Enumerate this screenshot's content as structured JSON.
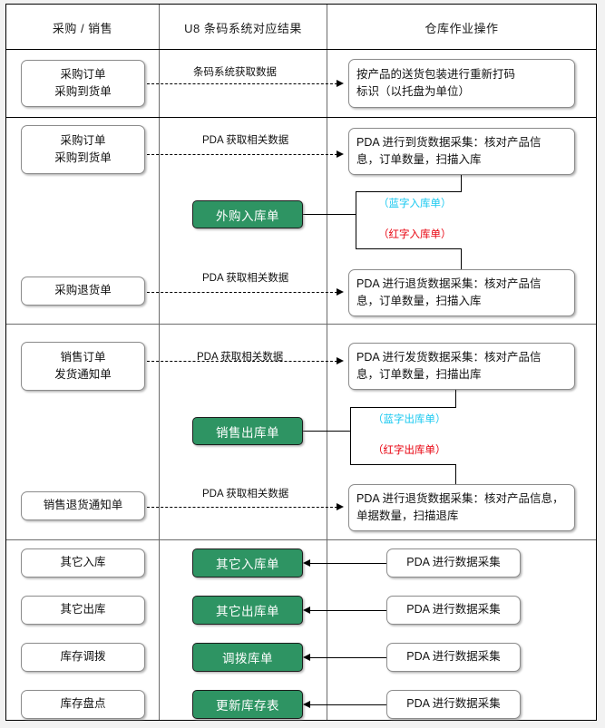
{
  "diagram": {
    "type": "flow-table",
    "columns": [
      {
        "id": "col-purchase-sales",
        "header": "采购 / 销售"
      },
      {
        "id": "col-u8-result",
        "header": "U8 条码系统对应结果"
      },
      {
        "id": "col-warehouse-ops",
        "header": "仓库作业操作"
      }
    ],
    "colors": {
      "green_box_fill": "#2e9463",
      "green_box_text": "#ffffff",
      "blue_note": "#18c8f0",
      "red_note": "#e8000d",
      "box_border": "#8c8c8c",
      "frame_border": "#000000",
      "page_bg": "#f2f2f2"
    },
    "sections": [
      {
        "id": "section-purchase-arrival",
        "rows": [
          {
            "id": "row-purchase-order",
            "source": "采购订单\n采购到货单",
            "source_lines": [
              "采购订单",
              "采购到货单"
            ],
            "middle_label": "条码系统获取数据",
            "target": "按产品的送货包装进行重新打码标识（以托盘为单位）",
            "target_lines": [
              "按产品的送货包装进行重新打码",
              "标识（以托盘为单位）"
            ],
            "connector": "dashed-arrow-right"
          }
        ]
      },
      {
        "id": "section-purchase-in",
        "rows": [
          {
            "id": "row-purchase-arrival",
            "source_lines": [
              "采购订单",
              "采购到货单"
            ],
            "middle_label": "PDA 获取相关数据",
            "target_lines": [
              "PDA 进行到货数据采集：核对产品信",
              "息，订单数量，扫描入库"
            ],
            "connector": "dashed-arrow-right"
          },
          {
            "id": "row-purchase-return",
            "source_lines": [
              "采购退货单"
            ],
            "middle_label": "PDA 获取相关数据",
            "target_lines": [
              "PDA 进行退货数据采集：核对产品信",
              "息，订单数量，扫描入库"
            ],
            "connector": "dashed-arrow-right"
          }
        ],
        "result_box": "外购入库单",
        "notes": [
          {
            "text": "（蓝字入库单）",
            "color": "blue"
          },
          {
            "text": "（红字入库单）",
            "color": "red"
          }
        ]
      },
      {
        "id": "section-sales-out",
        "rows": [
          {
            "id": "row-sales-order",
            "source_lines": [
              "销售订单",
              "发货通知单"
            ],
            "middle_label": "PDA 获取相关数据",
            "target_lines": [
              "PDA 进行发货数据采集：核对产品信",
              "息，订单数量，扫描出库"
            ],
            "connector": "dashed-arrow-right"
          },
          {
            "id": "row-sales-return",
            "source_lines": [
              "销售退货通知单"
            ],
            "middle_label": "PDA 获取相关数据",
            "target_lines": [
              "PDA 进行退货数据采集：核对产品信息，",
              "单据数量，扫描退库"
            ],
            "connector": "dashed-arrow-right"
          }
        ],
        "result_box": "销售出库单",
        "notes": [
          {
            "text": "（蓝字出库单）",
            "color": "blue"
          },
          {
            "text": "（红字出库单）",
            "color": "red"
          }
        ]
      },
      {
        "id": "section-other-ops",
        "rows": [
          {
            "id": "row-other-in",
            "source_lines": [
              "其它入库"
            ],
            "result_box": "其它入库单",
            "target_lines": [
              "PDA 进行数据采集"
            ],
            "connector": "solid-arrow-left"
          },
          {
            "id": "row-other-out",
            "source_lines": [
              "其它出库"
            ],
            "result_box": "其它出库单",
            "target_lines": [
              "PDA 进行数据采集"
            ],
            "connector": "solid-arrow-left"
          },
          {
            "id": "row-stock-transfer",
            "source_lines": [
              "库存调拨"
            ],
            "result_box": "调拨库单",
            "target_lines": [
              "PDA 进行数据采集"
            ],
            "connector": "solid-arrow-left"
          },
          {
            "id": "row-stock-count",
            "source_lines": [
              "库存盘点"
            ],
            "result_box": "更新库存表",
            "target_lines": [
              "PDA 进行数据采集"
            ],
            "connector": "solid-arrow-left"
          }
        ]
      }
    ]
  }
}
